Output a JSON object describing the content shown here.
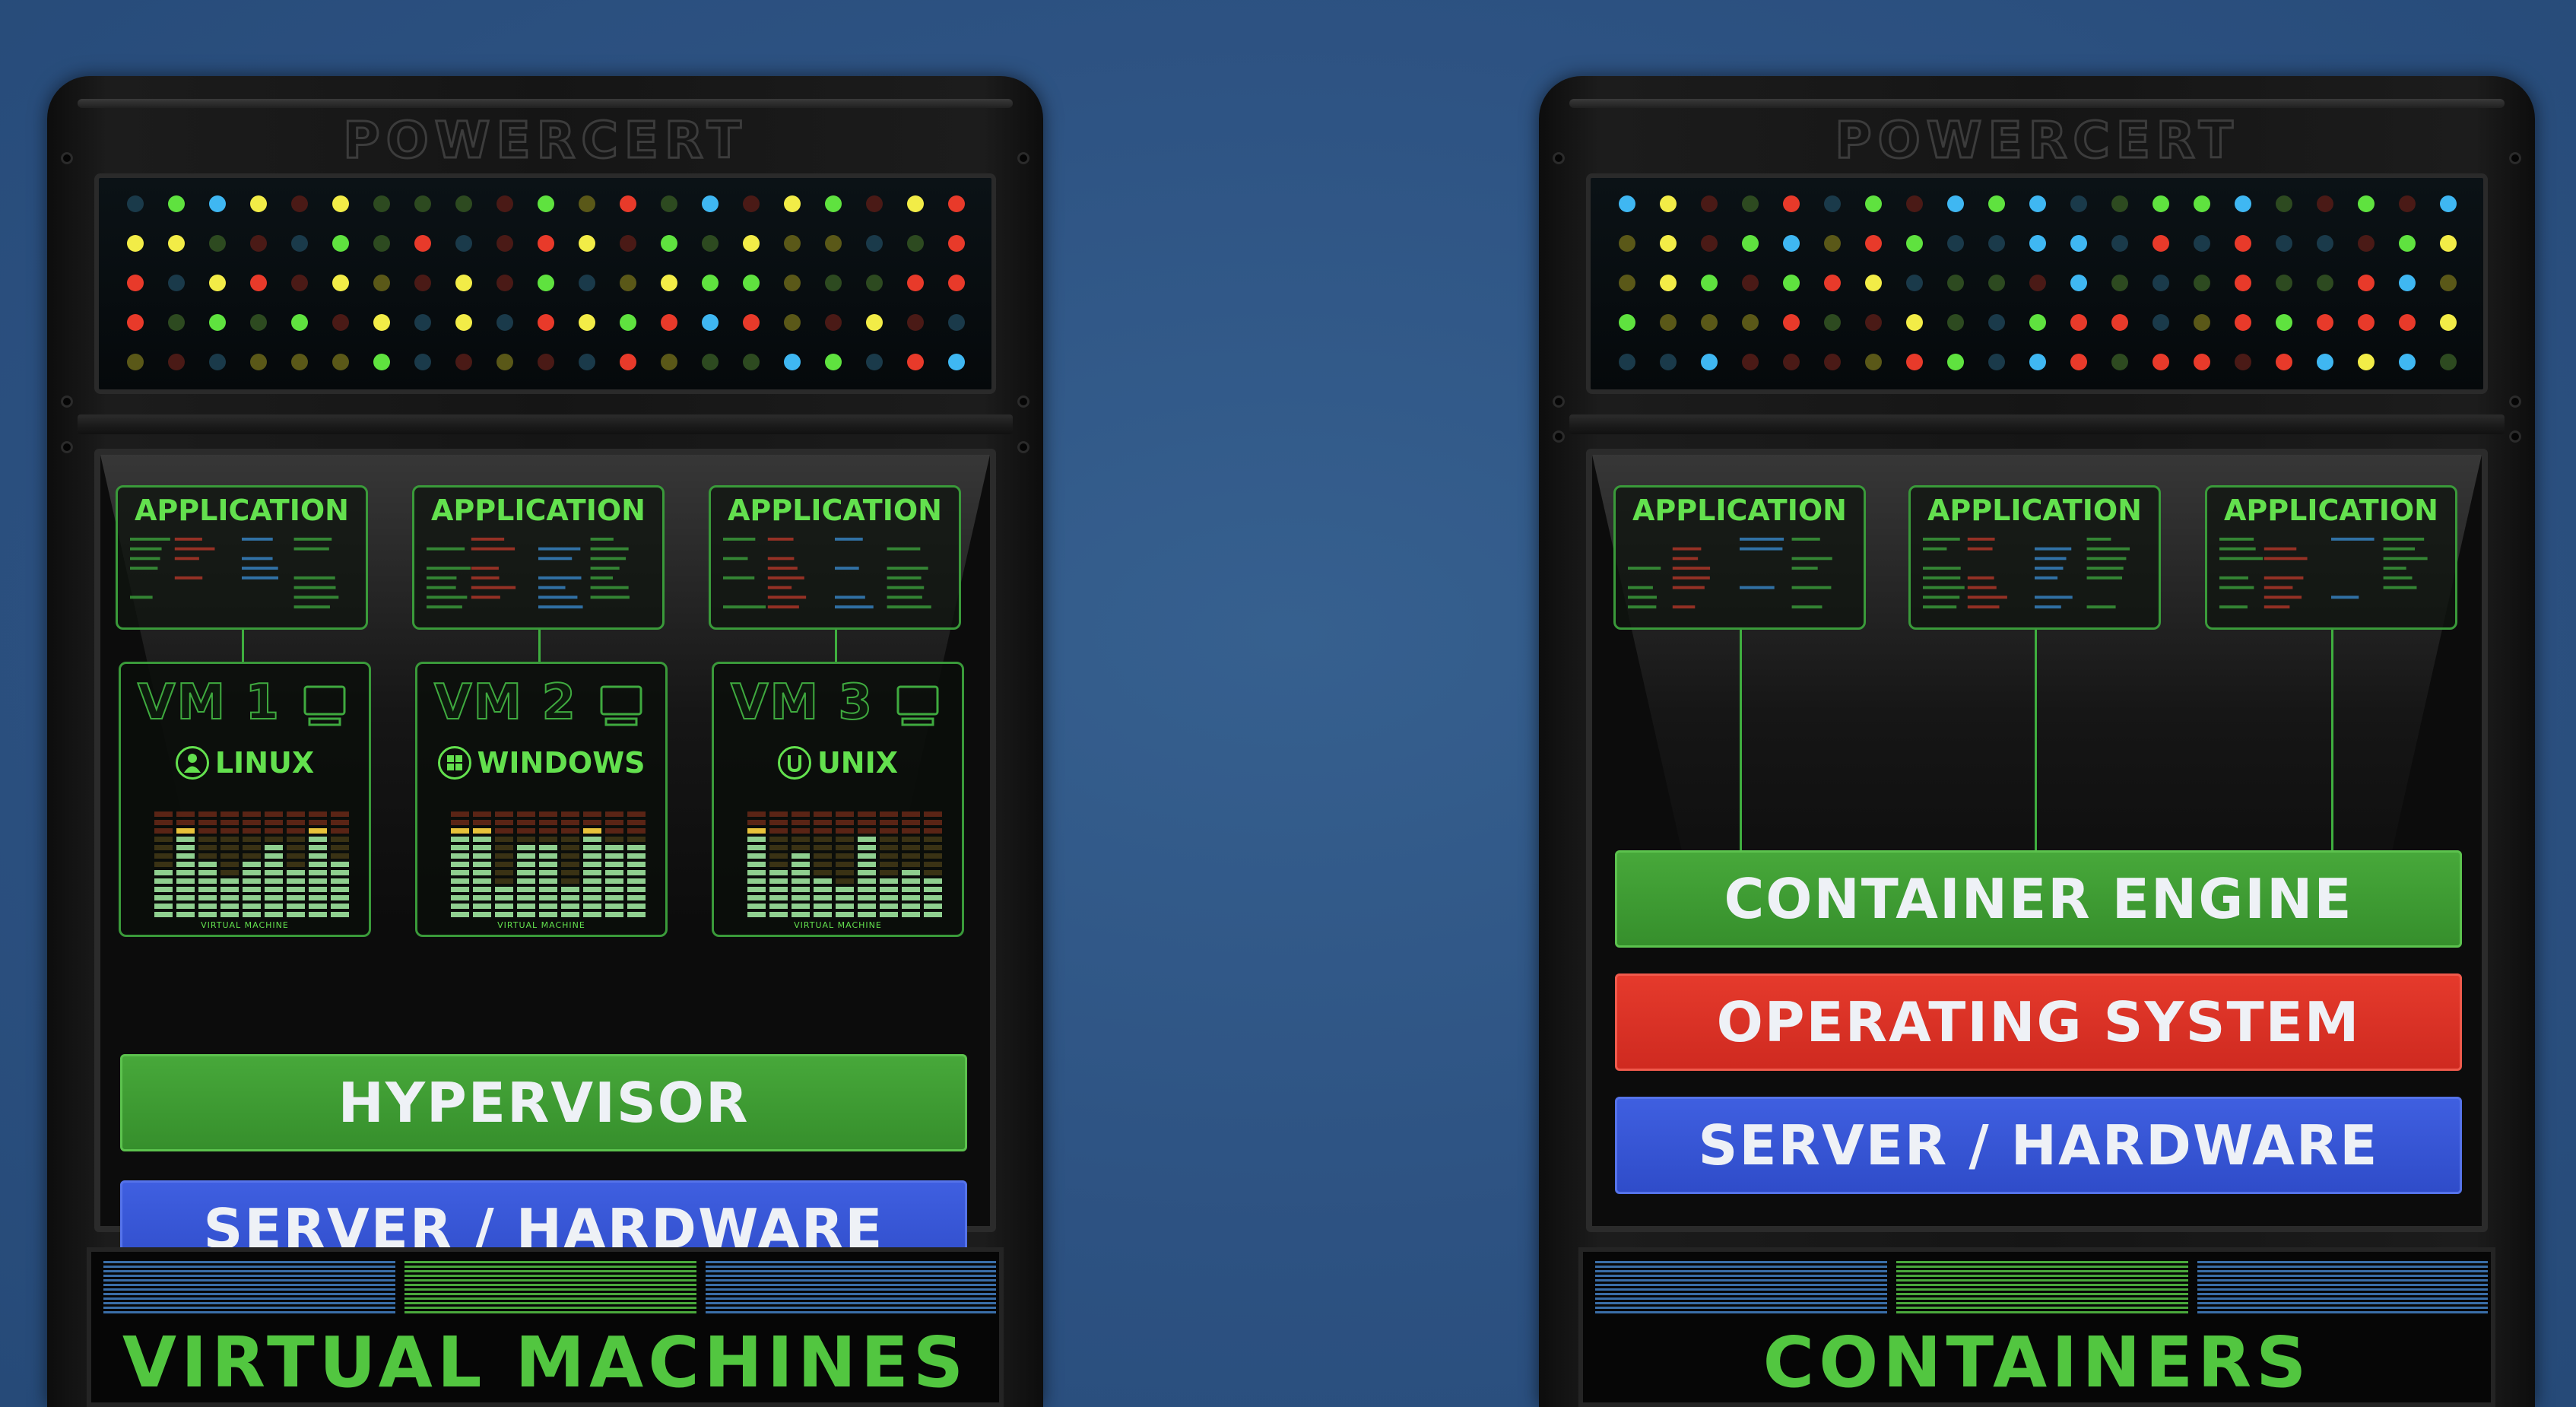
{
  "left_rack": {
    "brand": "POWERCERT",
    "applications": [
      {
        "label": "APPLICATION"
      },
      {
        "label": "APPLICATION"
      },
      {
        "label": "APPLICATION"
      }
    ],
    "vms": [
      {
        "name": "VM 1",
        "os": "LINUX",
        "os_icon": "linux-icon",
        "caption": "VIRTUAL MACHINE"
      },
      {
        "name": "VM 2",
        "os": "WINDOWS",
        "os_icon": "windows-icon",
        "caption": "VIRTUAL MACHINE"
      },
      {
        "name": "VM 3",
        "os": "UNIX",
        "os_icon": "unix-icon",
        "caption": "VIRTUAL MACHINE"
      }
    ],
    "layers": [
      "HYPERVISOR",
      "SERVER / HARDWARE"
    ],
    "title": "VIRTUAL MACHINES"
  },
  "right_rack": {
    "brand": "POWERCERT",
    "applications": [
      {
        "label": "APPLICATION"
      },
      {
        "label": "APPLICATION"
      },
      {
        "label": "APPLICATION"
      }
    ],
    "layers": [
      "CONTAINER ENGINE",
      "OPERATING SYSTEM",
      "SERVER / HARDWARE"
    ],
    "title": "CONTAINERS"
  },
  "colors": {
    "background": "#2e5383",
    "hypervisor": "#3f9b33",
    "container_engine": "#3f9b33",
    "operating_system": "#dc3226",
    "server_hardware": "#3656d6",
    "accent_green": "#63e04e",
    "led_palette": [
      "#5fe23f",
      "#e83a2a",
      "#3fb7f2",
      "#f2ec47",
      "#2d4a20",
      "#4a1a16",
      "#1a3a4a",
      "#5a5818"
    ]
  }
}
